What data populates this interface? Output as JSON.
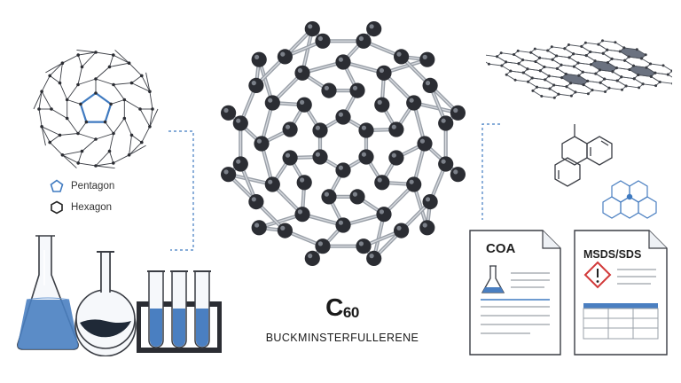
{
  "legend": {
    "pentagon_label": "Pentagon",
    "hexagon_label": "Hexagon"
  },
  "molecule": {
    "formula_main": "C",
    "formula_sub": "60",
    "name": "BUCKMINSTERFULLERENE"
  },
  "documents": {
    "coa_title": "COA",
    "msds_title": "MSDS/SDS"
  },
  "colors": {
    "accent_blue": "#3f7ac0",
    "liquid_blue": "#4a7fc1",
    "dark_liquid": "#1f2937",
    "atom": "#2b2d33",
    "bond": "#9aa0a8",
    "line": "#3a3d44"
  }
}
